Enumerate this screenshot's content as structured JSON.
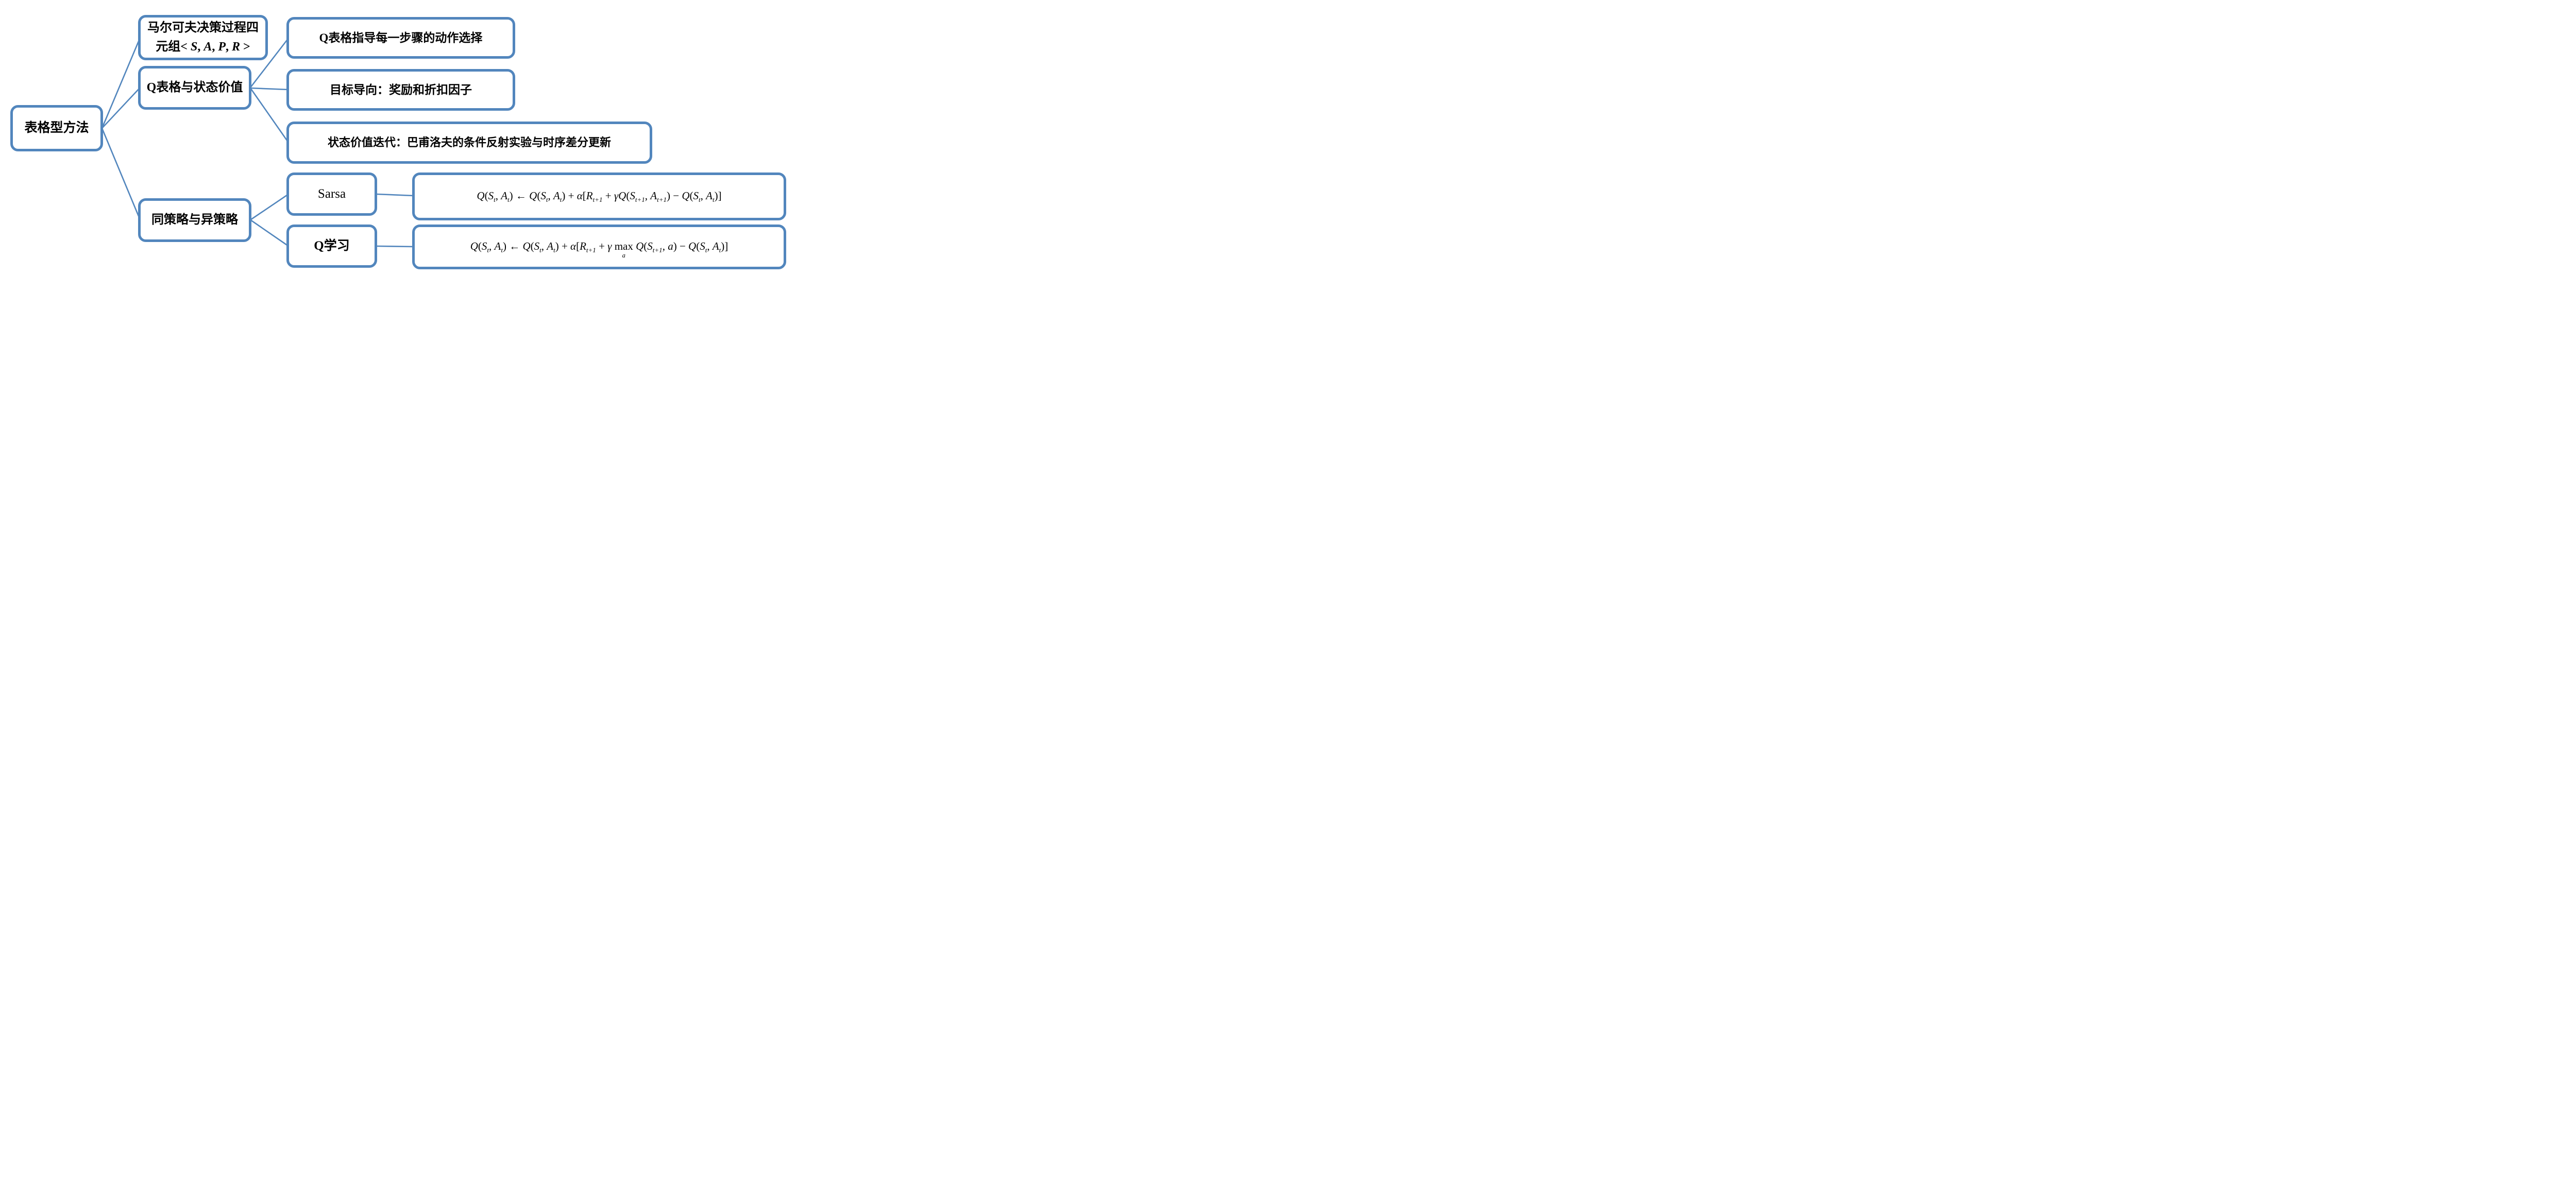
{
  "colors": {
    "accent": "#5286bd",
    "text": "#000000",
    "background": "#ffffff"
  },
  "nodes": {
    "root": {
      "label": "表格型方法"
    },
    "mdp": {
      "line1": "马尔可夫决策过程四",
      "line2": [
        {
          "n": "元组< "
        },
        {
          "v": "S"
        },
        {
          "n": ", "
        },
        {
          "v": "A"
        },
        {
          "n": ", "
        },
        {
          "v": "P"
        },
        {
          "n": ", "
        },
        {
          "v": "R"
        },
        {
          "n": " >"
        }
      ]
    },
    "q_table": {
      "label": "Q表格与状态价值"
    },
    "q_table_children": {
      "guides": {
        "label": "Q表格指导每一步骤的动作选择"
      },
      "goal": {
        "label": "目标导向：奖励和折扣因子"
      },
      "state_value": {
        "label": "状态价值迭代：巴甫洛夫的条件反射实验与时序差分更新"
      }
    },
    "policy": {
      "label": "同策略与异策略"
    },
    "sarsa": {
      "label": "Sarsa",
      "formula": [
        {
          "v": "Q"
        },
        {
          "n": "("
        },
        {
          "v": "S"
        },
        {
          "s": "t"
        },
        {
          "n": ", "
        },
        {
          "v": "A"
        },
        {
          "s": "t"
        },
        {
          "n": ") ← "
        },
        {
          "v": "Q"
        },
        {
          "n": "("
        },
        {
          "v": "S"
        },
        {
          "s": "t"
        },
        {
          "n": ", "
        },
        {
          "v": "A"
        },
        {
          "s": "t"
        },
        {
          "n": ") + "
        },
        {
          "v": "α"
        },
        {
          "n": "["
        },
        {
          "v": "R"
        },
        {
          "s": "t+1"
        },
        {
          "n": " + "
        },
        {
          "v": "γ"
        },
        {
          "v": "Q"
        },
        {
          "n": "("
        },
        {
          "v": "S"
        },
        {
          "s": "t+1"
        },
        {
          "n": ", "
        },
        {
          "v": "A"
        },
        {
          "s": "t+1"
        },
        {
          "n": ") − "
        },
        {
          "v": "Q"
        },
        {
          "n": "("
        },
        {
          "v": "S"
        },
        {
          "s": "t"
        },
        {
          "n": ", "
        },
        {
          "v": "A"
        },
        {
          "s": "t"
        },
        {
          "n": ")]"
        }
      ]
    },
    "q_learning": {
      "label": "Q学习",
      "formula": [
        {
          "v": "Q"
        },
        {
          "n": "("
        },
        {
          "v": "S"
        },
        {
          "s": "t"
        },
        {
          "n": ", "
        },
        {
          "v": "A"
        },
        {
          "s": "t"
        },
        {
          "n": ") ← "
        },
        {
          "v": "Q"
        },
        {
          "n": "("
        },
        {
          "v": "S"
        },
        {
          "s": "t"
        },
        {
          "n": ", "
        },
        {
          "v": "A"
        },
        {
          "s": "t"
        },
        {
          "n": ") + "
        },
        {
          "v": "α"
        },
        {
          "n": "["
        },
        {
          "v": "R"
        },
        {
          "s": "t+1"
        },
        {
          "n": " + "
        },
        {
          "v": "γ"
        },
        {
          "n": " "
        },
        {
          "m": "a"
        },
        {
          "n": " "
        },
        {
          "v": "Q"
        },
        {
          "n": "("
        },
        {
          "v": "S"
        },
        {
          "s": "t+1"
        },
        {
          "n": ", "
        },
        {
          "v": "a"
        },
        {
          "n": ") − "
        },
        {
          "v": "Q"
        },
        {
          "n": "("
        },
        {
          "v": "S"
        },
        {
          "s": "t"
        },
        {
          "n": ", "
        },
        {
          "v": "A"
        },
        {
          "s": "t"
        },
        {
          "n": ")]"
        }
      ]
    }
  }
}
